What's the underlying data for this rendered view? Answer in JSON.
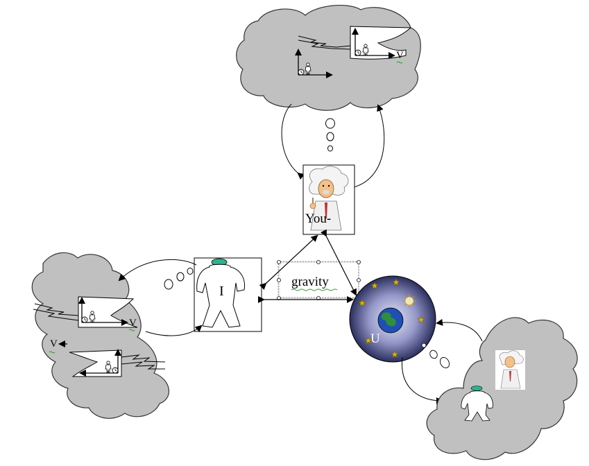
{
  "labels": {
    "you": "You-",
    "i": "I",
    "gravity": "gravity",
    "u": "U",
    "v_top": "V",
    "v_left_inner": "V",
    "v_left_outer": "V"
  },
  "colors": {
    "cloud_fill": "#c0c0c0",
    "cloud_stroke": "#333333",
    "sphere_dark": "#2b2f5e",
    "sphere_light": "#c9cbe6",
    "head_fill": "#2bb38f",
    "earth_blue": "#1f4fb5",
    "earth_green": "#2f8f3a",
    "star": "#d6b400"
  },
  "icons": [
    "cloud-shape",
    "einstein-figure",
    "person-figure",
    "earth-globe",
    "sun-icon",
    "star-icon",
    "clock-icon",
    "observer-icon",
    "jagged-rocket-icon",
    "thought-bubble"
  ]
}
